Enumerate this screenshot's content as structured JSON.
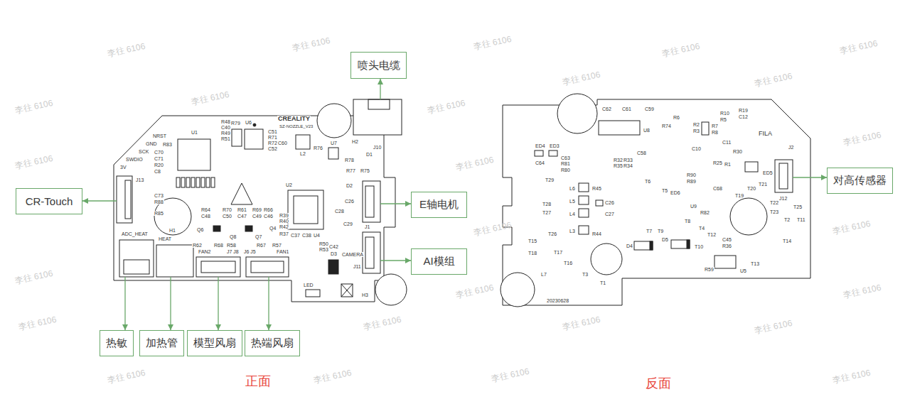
{
  "diagram": {
    "nodes": [
      {
        "text": [
          "正面"
        ]
      },
      {
        "text": [
          "喷头电缆"
        ]
      },
      {
        "text": [
          "CR-Touch"
        ]
      },
      {
        "text": [
          "E轴电机"
        ]
      },
      {
        "text": [
          "AI模组"
        ]
      },
      {
        "text": [
          "热敏"
        ]
      },
      {
        "text": [
          "加热管"
        ]
      },
      {
        "text": [
          "模型风扇"
        ]
      },
      {
        "text": [
          "热端风扇"
        ]
      },
      {
        "text": [
          "反面"
        ]
      },
      {
        "text": [
          "对高传感器"
        ]
      }
    ],
    "edges": [
      {
        "from": 0,
        "to": 1,
        "arrow": "to"
      },
      {
        "from": 0,
        "to": 2,
        "arrow": "to"
      },
      {
        "from": 0,
        "to": 3,
        "arrow": "to"
      },
      {
        "from": 0,
        "to": 4,
        "arrow": "to"
      },
      {
        "from": 0,
        "to": 5,
        "arrow": "to"
      },
      {
        "from": 0,
        "to": 6,
        "arrow": "to"
      },
      {
        "from": 0,
        "to": 7,
        "arrow": "to"
      },
      {
        "from": 0,
        "to": 8,
        "arrow": "to"
      },
      {
        "from": 9,
        "to": 10,
        "arrow": "to"
      }
    ],
    "labels": [
      "CREALITY",
      "SZ-NOZZLE_V23",
      "U1",
      "U6",
      "U2",
      "U4",
      "U7",
      "L2",
      "J10",
      "J1",
      "J11",
      "J13",
      "ADC_HEAT",
      "HEAT",
      "FAN2",
      "J7 J8",
      "J6 J5",
      "FAN1",
      "CAMERA",
      "LED",
      "H1",
      "H2",
      "H3",
      "D2",
      "D3",
      "3V",
      "SWDIO",
      "SCK",
      "GND",
      "NRST",
      "R88",
      "R85",
      "C73",
      "C70",
      "C71",
      "R20",
      "C8",
      "R83",
      "R64",
      "C48",
      "R70",
      "C50",
      "R61",
      "C47",
      "R69",
      "C49",
      "R66",
      "C46",
      "Q6",
      "Q8",
      "Q7",
      "Q4",
      "R62",
      "R68",
      "R58",
      "R67",
      "R57",
      "R48",
      "C40",
      "R49",
      "R51",
      "R79",
      "C51",
      "R71",
      "R72",
      "C52",
      "C60",
      "R76",
      "R78",
      "R77",
      "R75",
      "D1",
      "C42",
      "R50",
      "R53",
      "C29",
      "C26",
      "C28",
      "R37",
      "R39",
      "R40",
      "R42",
      "C37",
      "C38",
      "C62",
      "C61",
      "C59",
      "U8",
      "C58",
      "R32",
      "R35",
      "R33",
      "R34",
      "T6",
      "R6",
      "R74",
      "R2",
      "R3",
      "R7",
      "R8",
      "R10",
      "R5",
      "R19",
      "C12",
      "C11",
      "R30",
      "C10",
      "R25",
      "R1",
      "FILA",
      "J2",
      "J12",
      "ED5",
      "T19",
      "T20",
      "T21",
      "T22",
      "T23",
      "T25",
      "T11",
      "T2",
      "T14",
      "T5",
      "ED6",
      "R90",
      "R89",
      "C68",
      "U9",
      "R82",
      "T8",
      "T7",
      "T9",
      "T4",
      "T12",
      "D4",
      "D5",
      "T10",
      "C45",
      "R36",
      "R59",
      "U5",
      "T13",
      "ED4",
      "ED3",
      "C63",
      "R81",
      "R80",
      "C64",
      "T29",
      "L6",
      "R45",
      "C26",
      "L5",
      "C27",
      "L4",
      "L3",
      "R44",
      "T28",
      "T27",
      "T15",
      "T26",
      "T18",
      "T17",
      "T16",
      "L7",
      "T3",
      "T1",
      "20230628",
      "李往 6106",
      "李往 6106",
      "李往 6106",
      "李往 6106",
      "李往 6106",
      "李往 6106",
      "李往 6106",
      "李往 6106",
      "李往 6106",
      "李往 6106",
      "李往 6106",
      "李往 6106",
      "李往 6106",
      "李往 6106",
      "李往 6106",
      "李往 6106",
      "李往 6106",
      "李往 6106",
      "李往 6106",
      "李往 6106",
      "李往 6106",
      "李往 6106",
      "李往 6106",
      "李往 6106",
      "李往 6106",
      "李往 6106"
    ]
  }
}
